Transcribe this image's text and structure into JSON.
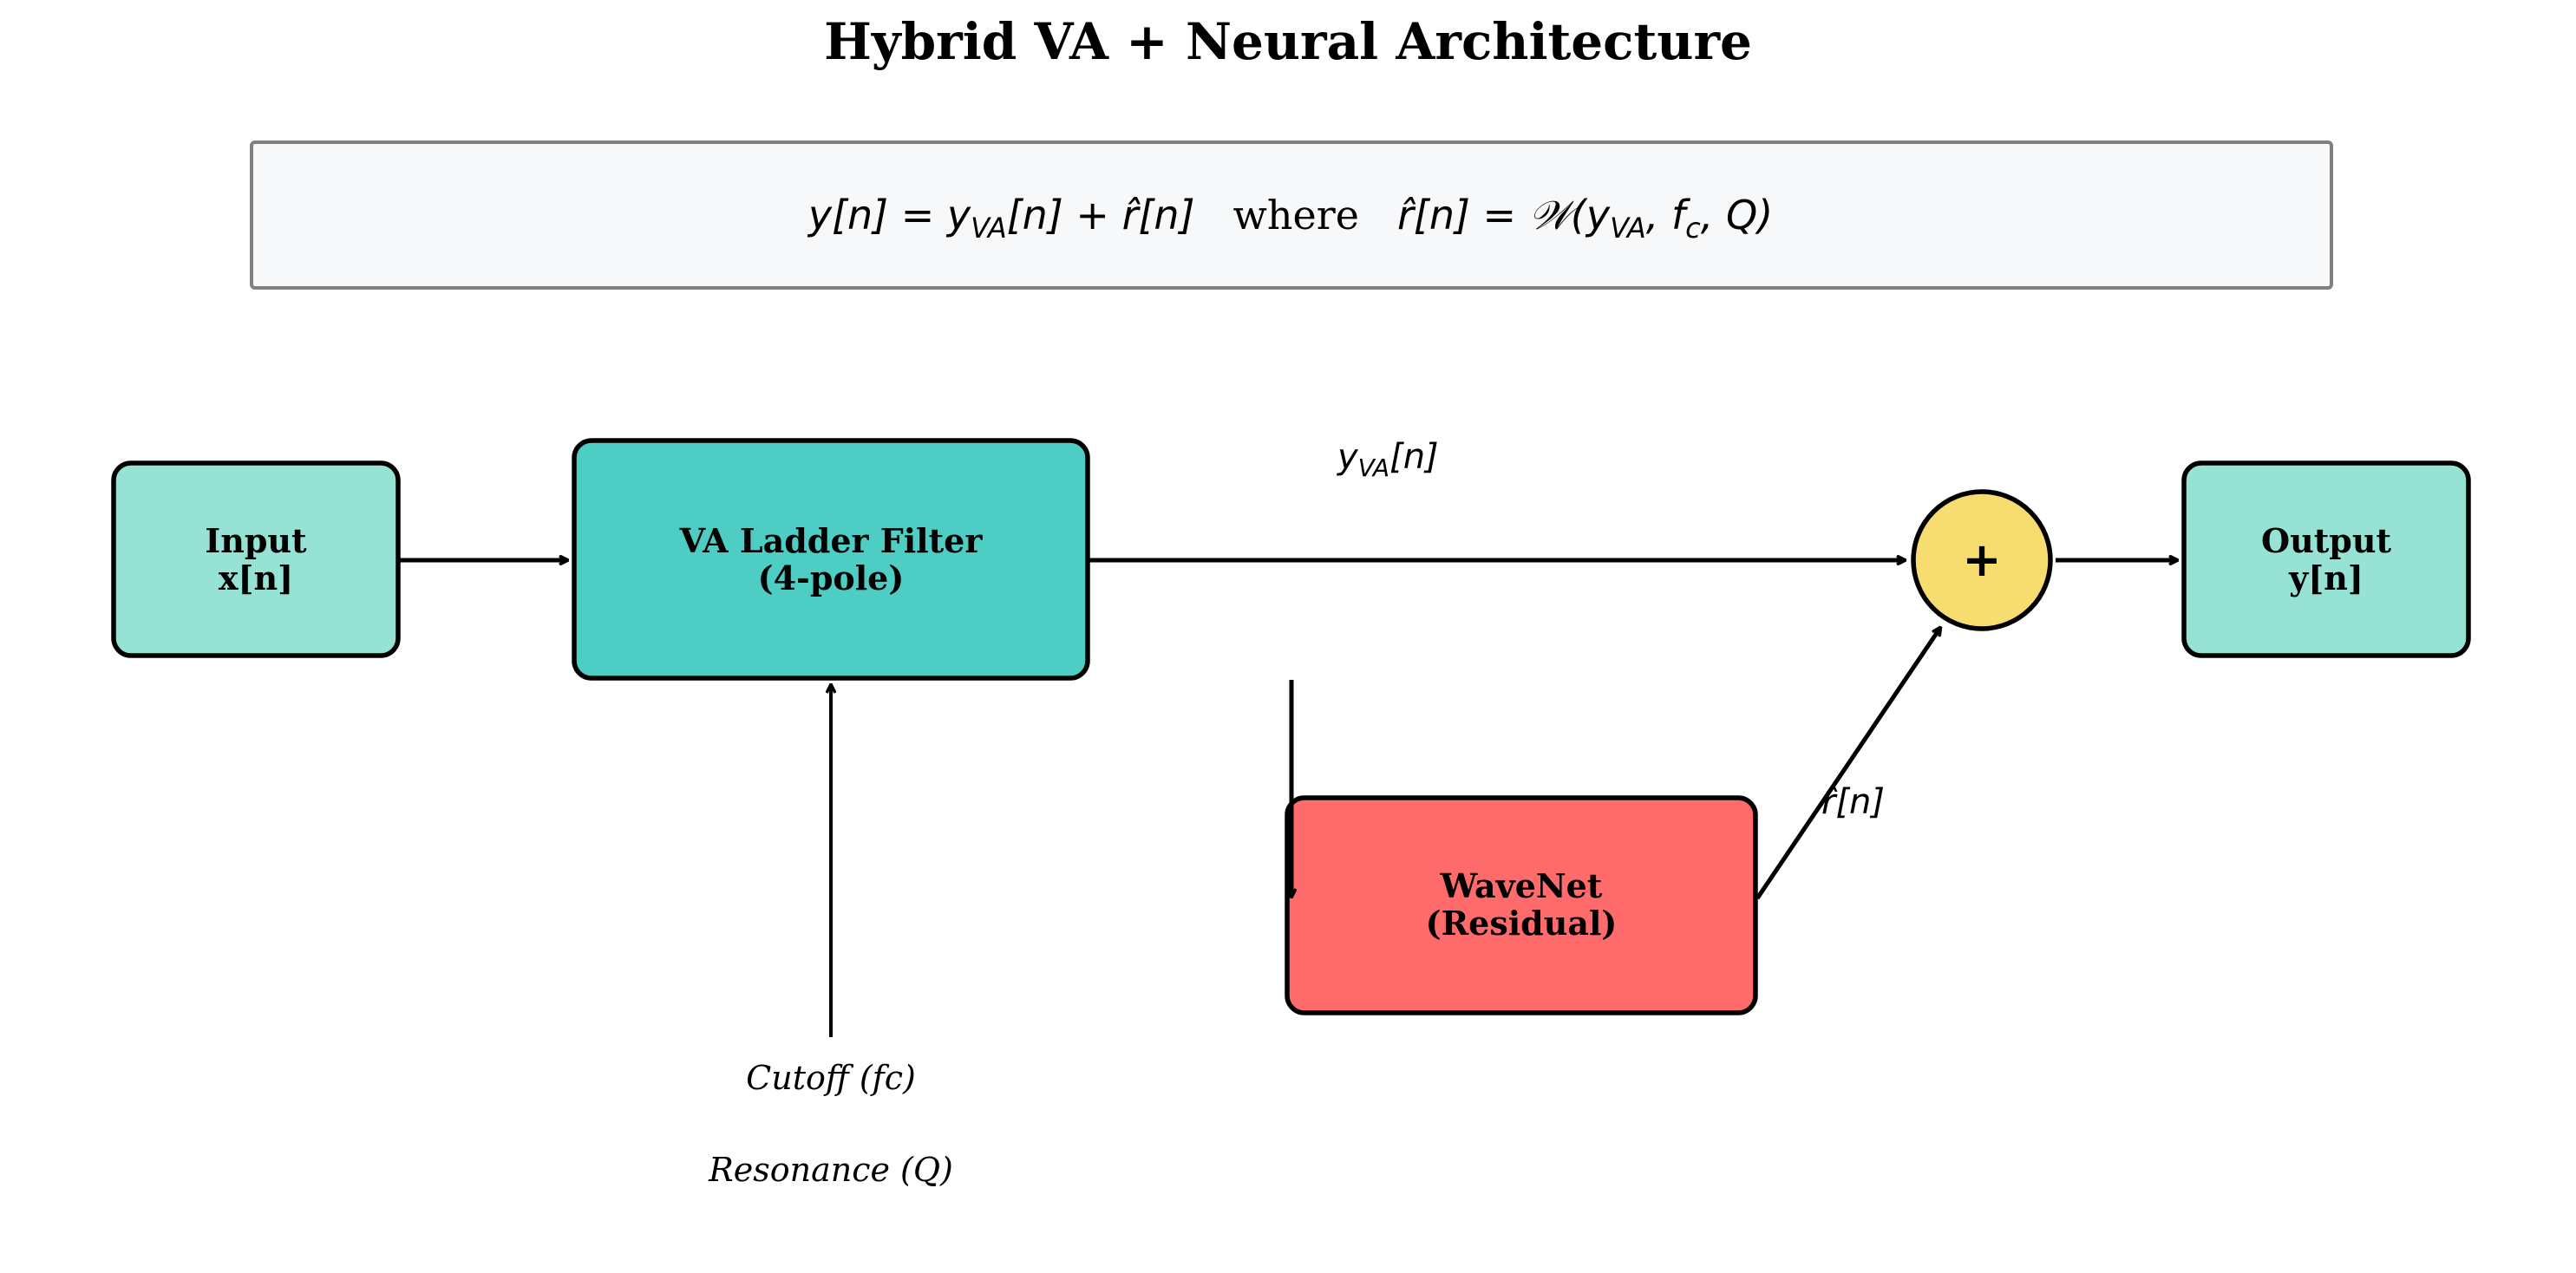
{
  "title": "Hybrid VA + Neural Architecture",
  "equation": {
    "lhs": "y[n] = y",
    "lhs_sub": "VA",
    "lhs_rest": "[n] + r̂[n]",
    "where": "where",
    "rhs": "r̂[n] = 𝒲(y",
    "rhs_sub1": "VA",
    "rhs_mid": ", f",
    "rhs_sub2": "c",
    "rhs_end": ", Q)"
  },
  "blocks": {
    "input": {
      "line1": "Input",
      "line2": "x[n]"
    },
    "va_filter": {
      "line1": "VA Ladder Filter",
      "line2": "(4-pole)"
    },
    "wavenet": {
      "line1": "WaveNet",
      "line2": "(Residual)"
    },
    "sum": {
      "symbol": "+"
    },
    "output": {
      "line1": "Output",
      "line2": "y[n]"
    }
  },
  "signals": {
    "y_va": {
      "base": "y",
      "sub": "VA",
      "rest": "[n]"
    },
    "r_hat": {
      "text": "r̂[n]"
    }
  },
  "params": {
    "cutoff": "Cutoff (fc)",
    "resonance": "Resonance (Q)"
  },
  "colors": {
    "io_fill": "#96e2d4",
    "va_fill": "#4ecdc4",
    "wavenet_fill": "#ff6b6b",
    "sum_fill": "#f7dc6f",
    "equation_fill": "#f7f8fa",
    "stroke": "#000000"
  }
}
